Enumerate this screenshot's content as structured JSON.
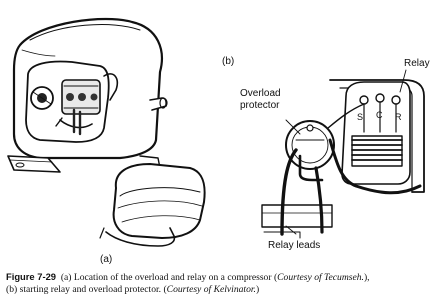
{
  "panel_a": {
    "sublabel": "(a)"
  },
  "panel_b": {
    "sublabel": "(b)",
    "relay_label": "Relay",
    "overload_label_line1": "Overload",
    "overload_label_line2": "protector",
    "terminals": [
      "S",
      "C",
      "R"
    ],
    "relay_leads_label": "Relay leads"
  },
  "caption": {
    "figure_number": "Figure 7-29",
    "part_a_label": "(a)",
    "part_a_text": "Location of the overload and relay on a compressor",
    "part_a_credit_open": "(",
    "part_a_credit": "Courtesy of Tecumseh.",
    "part_a_credit_close": "),",
    "part_b_label": "(b)",
    "part_b_text": "starting relay and overload protector.",
    "part_b_credit_open": "(",
    "part_b_credit": "Courtesy of Kelvinator.",
    "part_b_credit_close": ")"
  }
}
